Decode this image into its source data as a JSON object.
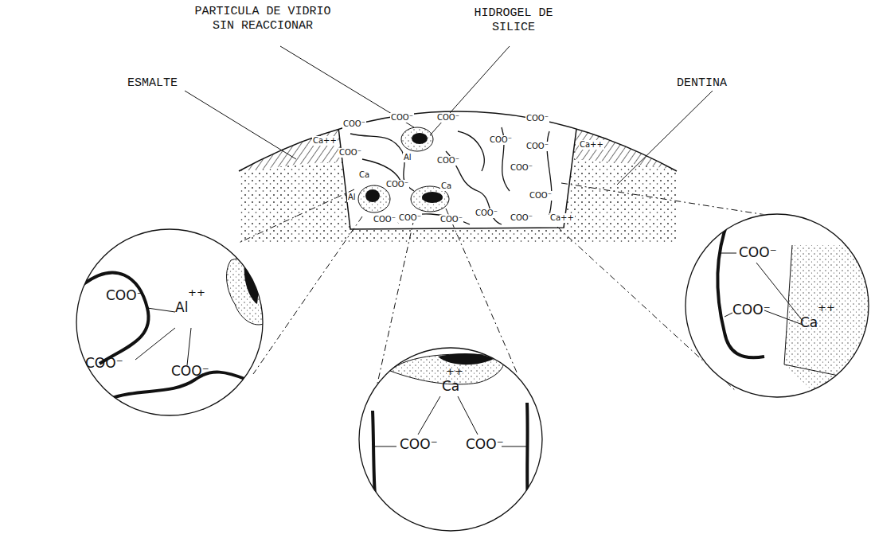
{
  "diagram": {
    "nodes": [
      {
        "text": [
          "COO⁻",
          "Al",
          "++",
          "COO⁻",
          "COO⁻"
        ]
      },
      {
        "text": [
          "++",
          "Ca",
          "COO⁻",
          "COO⁻"
        ]
      },
      {
        "text": [
          "COO⁻",
          "COO⁻",
          "Ca",
          "++"
        ]
      }
    ],
    "labels": [
      "PARTICULA DE VIDRIO SIN REACCIONAR",
      "HIDROGEL DE SILICE",
      "ESMALTE",
      "DENTINA",
      "COO⁻",
      "Ca++",
      "COO⁻",
      "COO⁻",
      "COO⁻",
      "Al",
      "COO⁻",
      "COO⁻",
      "COO⁻",
      "COO⁻",
      "Ca++",
      "COO⁻",
      "Al",
      "Ca",
      "COO⁻",
      "COO⁻",
      "Ca",
      "COO⁻",
      "COO⁻",
      "COO⁻",
      "COO⁻",
      "COO⁻",
      "Ca++"
    ]
  }
}
